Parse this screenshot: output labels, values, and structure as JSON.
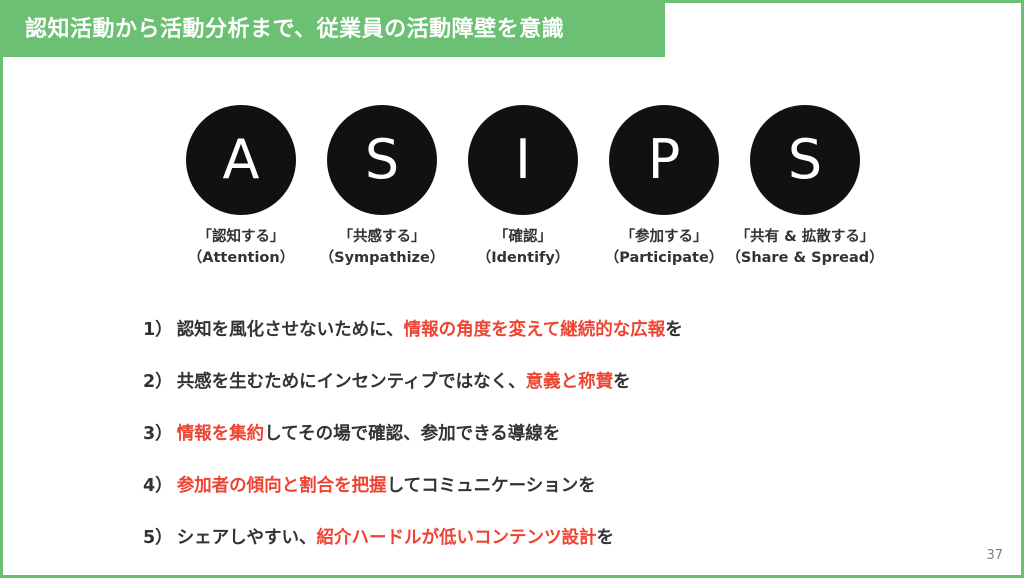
{
  "title": "認知活動から活動分析まで、従業員の活動障壁を意識",
  "steps": [
    {
      "letter": "A",
      "label_ja": "「認知する」",
      "label_en": "（Attention）"
    },
    {
      "letter": "S",
      "label_ja": "「共感する」",
      "label_en": "（Sympathize）"
    },
    {
      "letter": "I",
      "label_ja": "「確認」",
      "label_en": "（Identify）"
    },
    {
      "letter": "P",
      "label_ja": "「参加する」",
      "label_en": "（Participate）"
    },
    {
      "letter": "S",
      "label_ja": "「共有 & 拡散する」",
      "label_en": "（Share & Spread）"
    }
  ],
  "points": [
    {
      "num": "1）",
      "pre": "認知を風化させないために、",
      "hl": "情報の角度を変えて継続的な広報",
      "post": "を"
    },
    {
      "num": "2）",
      "pre": "共感を生むためにインセンティブではなく、",
      "hl": "意義と称賛",
      "post": "を"
    },
    {
      "num": "3）",
      "pre": "",
      "hl": "情報を集約",
      "post": "してその場で確認、参加できる導線を"
    },
    {
      "num": "4）",
      "pre": "",
      "hl": "参加者の傾向と割合を把握",
      "post": "してコミュニケーションを"
    },
    {
      "num": "5）",
      "pre": "シェアしやすい、",
      "hl": "紹介ハードルが低いコンテンツ設計",
      "post": "を"
    }
  ],
  "page_number": "37",
  "colors": {
    "accent_green": "#6cc073",
    "highlight_red": "#ee4433",
    "circle_black": "#111111",
    "text_dark": "#333333"
  }
}
